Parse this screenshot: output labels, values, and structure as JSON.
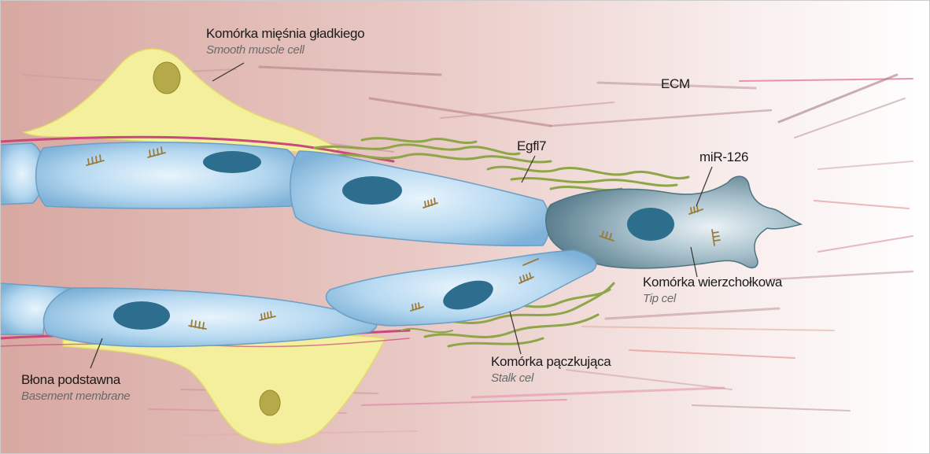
{
  "labels": {
    "smooth_muscle": {
      "pl": "Komórka mięśnia gładkiego",
      "en": "Smooth muscle cell"
    },
    "ecm": "ECM",
    "egfl7": "Egfl7",
    "mir126": "miR-126",
    "tip_cell": {
      "pl": "Komórka wierzchołkowa",
      "en": "Tip cel"
    },
    "stalk_cell": {
      "pl": "Komórka pączkująca",
      "en": "Stalk cel"
    },
    "basement_membrane": {
      "pl": "Błona podstawna",
      "en": "Basement membrane"
    }
  },
  "colors": {
    "background_left": "#d9aaa3",
    "background_right": "#ffffff",
    "endothelial_cell": "#a9cfea",
    "nucleus": "#2f6f8f",
    "tip_cell": "#5a7f8e",
    "smooth_muscle": "#f3ef9c",
    "smooth_muscle_nucleus": "#b9ac44",
    "egfl7_fibers": "#8fa64a",
    "basement_membrane": "#c9457a",
    "ecm_fibers": "#b8868d",
    "mir126_mark": "#9a7a3a"
  }
}
